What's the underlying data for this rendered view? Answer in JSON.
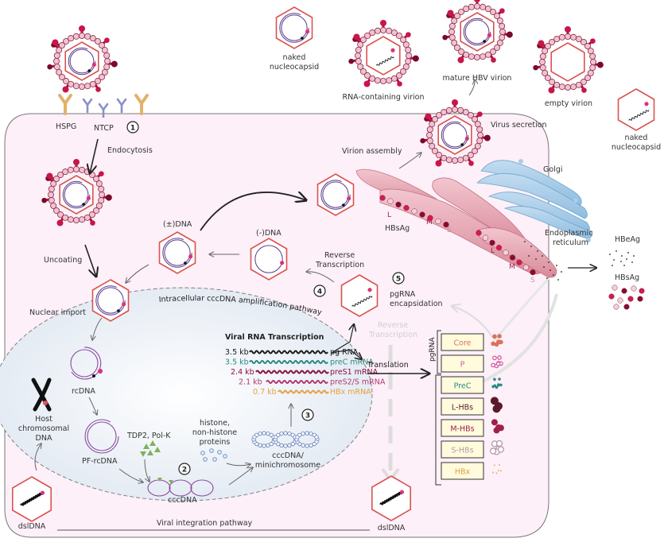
{
  "title": "HBV life cycle",
  "colors": {
    "cell_fill": "#fdf0f8",
    "nucleus_fill": "#e8eef6",
    "capsid": "#d9534f",
    "envelope_bead": "#e8a6b8",
    "spike": "#b0103a",
    "golgi": "#8fbde0",
    "er": "#d98a9a",
    "protein_box_fill": "#fffbdc"
  },
  "extracellular": {
    "naked_nucleocapsid_top": "naked nucleocapsid",
    "rna_virion": "RNA-containing virion",
    "mature_virion": "mature HBV virion",
    "empty_virion": "empty virion",
    "naked_nucleocapsid_right": "naked nucleocapsid",
    "hbeag": "HBeAg",
    "hbsag": "HBsAg"
  },
  "entry": {
    "hspg": "HSPG",
    "ntcp": "NTCP",
    "step1": "1",
    "endocytosis": "Endocytosis",
    "uncoating": "Uncoating",
    "nuclear_import": "Nuclear import"
  },
  "cytoplasm": {
    "pm_dna": "(±)DNA",
    "minus_dna": "(-)DNA",
    "reverse_transcription": "Reverse Transcription",
    "step4": "4",
    "step5": "5",
    "pgrna_encapsidation": "pgRNA encapsidation",
    "amplification_pathway": "Intracellular cccDNA amplification pathway",
    "virion_assembly": "Virion assembly",
    "virus_secretion": "Virus secretion",
    "golgi": "Golgi",
    "er": "Endoplasmic reticulum",
    "hbsag": "HBsAg",
    "L": "L",
    "M": "M",
    "S": "S",
    "faint_reverse_transcription": "Reverse Transcription",
    "translation": "Translation"
  },
  "nucleus": {
    "rcdna": "rcDNA",
    "pf_rcdna": "PF-rcDNA",
    "tdp2": "TDP2, Pol-K",
    "step2": "2",
    "cccdna": "cccDNA",
    "histone": "histone, non-histone proteins",
    "minichromosome": "cccDNA/ minichromosome",
    "step3": "3",
    "host_dna": "Host chromosomal DNA",
    "viral_rna_transcription": "Viral RNA Transcription",
    "transcripts": [
      {
        "size": "3.5 kb",
        "name": "pg RNA",
        "color": "#1a1a1a"
      },
      {
        "size": "3.5 kb",
        "name": "preC mRNA",
        "color": "#2a8a80"
      },
      {
        "size": "2.4 kb",
        "name": "preS1 mRNA",
        "color": "#8a1040"
      },
      {
        "size": "2.1 kb",
        "name": "preS2/S mRNA",
        "color": "#b03a70"
      },
      {
        "size": "0.7 kb",
        "name": "HBx mRNA",
        "color": "#e8a040"
      }
    ]
  },
  "integration": {
    "dsldna_left": "dslDNA",
    "dsldna_right": "dslDNA",
    "pathway": "Viral integration pathway"
  },
  "proteins": {
    "pgrna_label": "pgRNA",
    "items": [
      {
        "name": "Core",
        "color": "#d9735a"
      },
      {
        "name": "P",
        "color": "#d05aa0"
      },
      {
        "name": "PreC",
        "color": "#2a8a80"
      },
      {
        "name": "L-HBs",
        "color": "#5a1a2a"
      },
      {
        "name": "M-HBs",
        "color": "#a0204a"
      },
      {
        "name": "S-HBs",
        "color": "#b89aa8"
      },
      {
        "name": "HBx",
        "color": "#e0a040"
      }
    ]
  }
}
